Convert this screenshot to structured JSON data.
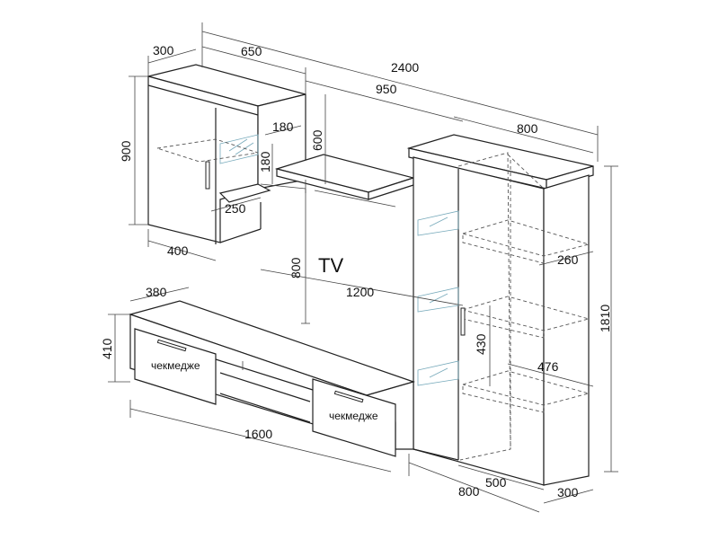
{
  "dimensions": {
    "d2400": "2400",
    "d650": "650",
    "d300top": "300",
    "d950": "950",
    "d800top": "800",
    "d180a": "180",
    "d180b": "180",
    "d600": "600",
    "d900": "900",
    "d250": "250",
    "d400": "400",
    "d800tv": "800",
    "d1200": "1200",
    "d260": "260",
    "d1810": "1810",
    "d380": "380",
    "d410": "410",
    "d430": "430",
    "d476": "476",
    "d1600": "1600",
    "d500": "500",
    "d800bot": "800",
    "d300bot": "300"
  },
  "labels": {
    "tv": "TV",
    "drawer_left": "чекмедже",
    "drawer_right": "чекмедже"
  }
}
